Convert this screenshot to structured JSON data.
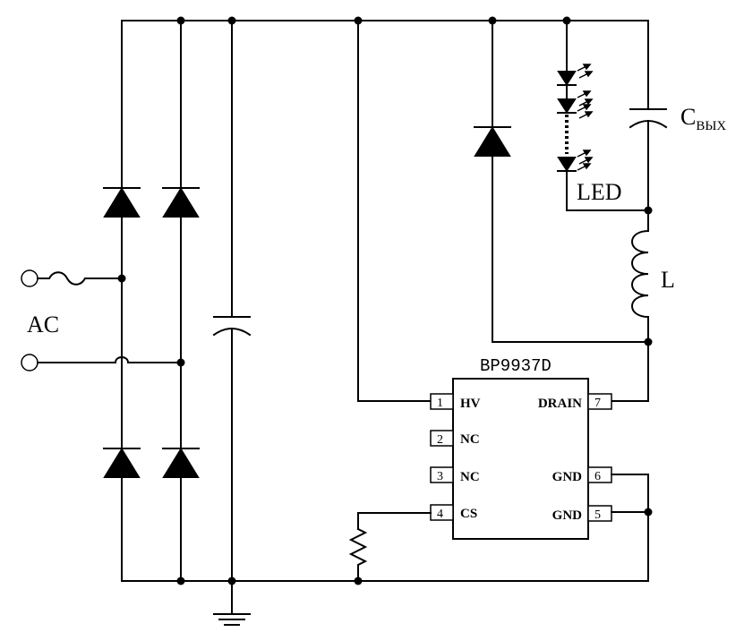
{
  "labels": {
    "ac": "AC",
    "capacitor_out": "C",
    "capacitor_out_sub": "ВЫХ",
    "led": "LED",
    "inductor": "L",
    "ic_name": "BP9937D"
  },
  "ic_pins": [
    {
      "number": "1",
      "name": "HV"
    },
    {
      "number": "2",
      "name": "NC"
    },
    {
      "number": "3",
      "name": "NC"
    },
    {
      "number": "4",
      "name": "CS"
    },
    {
      "number": "5",
      "name": "GND"
    },
    {
      "number": "6",
      "name": "GND"
    },
    {
      "number": "7",
      "name": "DRAIN"
    }
  ]
}
